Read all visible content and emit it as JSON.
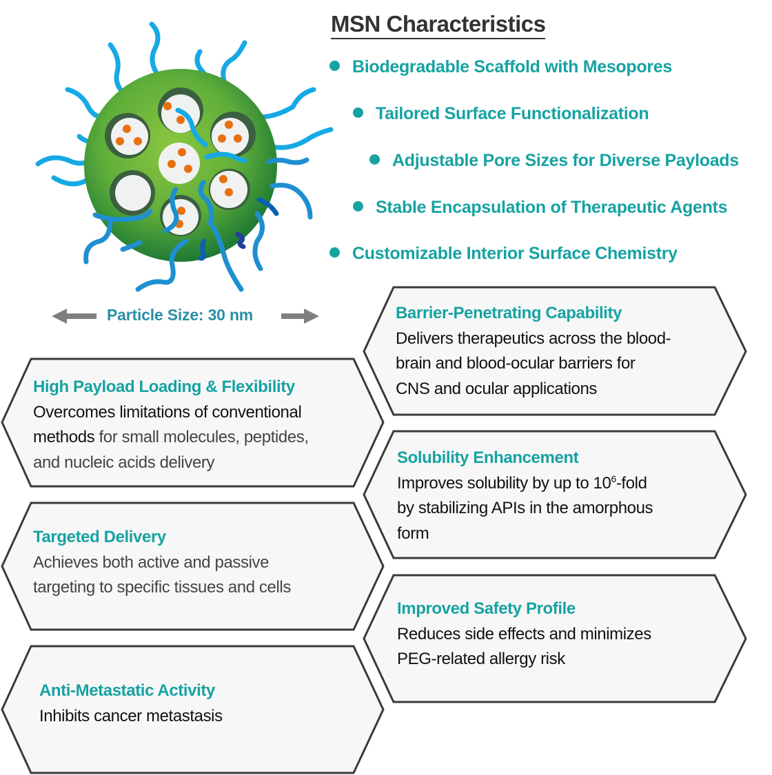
{
  "title": "MSN Characteristics",
  "characteristics": [
    "Biodegradable Scaffold with Mesopores",
    "Tailored Surface Functionalization",
    "Adjustable Pore Sizes for Diverse Payloads",
    "Stable Encapsulation of Therapeutic Agents",
    "Customizable Interior Surface Chemistry"
  ],
  "particle_size_label": "Particle Size: 30 nm",
  "boxes": {
    "payload": {
      "title": "High Payload Loading & Flexibility",
      "line1": "Overcomes limitations of conventional",
      "line2a": "methods",
      "line2b": " for small molecules, peptides,",
      "line3": "and nucleic acids delivery"
    },
    "targeted": {
      "title": "Targeted Delivery",
      "line1": "Achieves both active and passive",
      "line2": "targeting to specific tissues and cells"
    },
    "metastatic": {
      "title": "Anti-Metastatic Activity",
      "line1": "Inhibits cancer metastasis"
    },
    "barrier": {
      "title": "Barrier-Penetrating Capability",
      "line1": "Delivers therapeutics across the blood-",
      "line2": "brain and blood-ocular barriers for",
      "line3": "CNS and ocular applications"
    },
    "solubility": {
      "title": "Solubility Enhancement",
      "line1a": "Improves solubility by up to 10",
      "line1sup": "6",
      "line1b": "-fold",
      "line2": "by stabilizing APIs in the amorphous",
      "line3": "form"
    },
    "safety": {
      "title": "Improved Safety Profile",
      "line1": "Reduces side effects and minimizes",
      "line2": "PEG-related allergy risk"
    }
  },
  "colors": {
    "accent": "#17a2a2",
    "box_fill": "#f7f7f7",
    "box_stroke": "#3a3a3a",
    "particle": "#6cb33f",
    "ligand": "#16a9e6",
    "cargo": "#e8700f"
  }
}
